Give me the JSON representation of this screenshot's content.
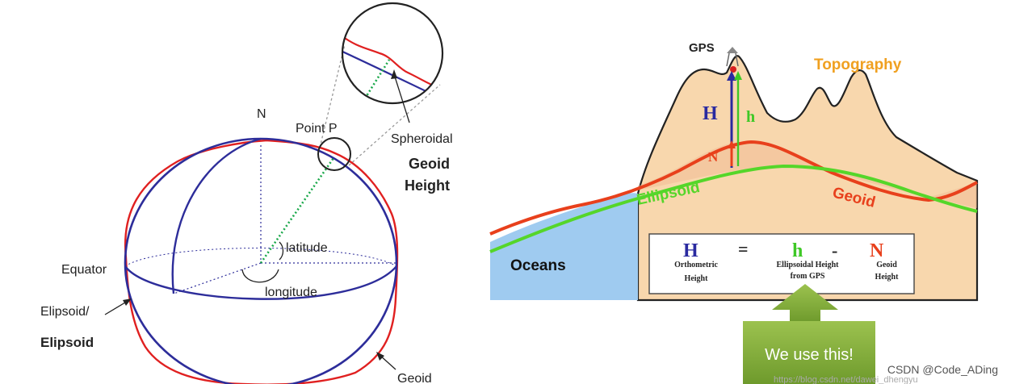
{
  "left": {
    "north_label": "N",
    "point_label": "Point P",
    "callout_label": "Spheroidal",
    "geoid_height_line1": "Geoid",
    "geoid_height_line2": "Height",
    "latitude_label": "latitude",
    "longitude_label": "longitude",
    "equator_label": "Equator",
    "ellipsoid_label_1": "Elipsoid/",
    "ellipsoid_label_2": "Elipsoid",
    "geoid_label": "Geoid",
    "colors": {
      "ellipsoid": "#2d2d9a",
      "geoid": "#e02020",
      "height_line": "#1aa84a"
    }
  },
  "right": {
    "gps_label": "GPS",
    "topography_label": "Topography",
    "H_label": "H",
    "h_label": "h",
    "N_label": "N",
    "ellipsoid_label": "Ellipsoid",
    "geoid_label": "Geoid",
    "oceans_label": "Oceans",
    "formula": {
      "H": "H",
      "equals": "=",
      "h": "h",
      "minus": "-",
      "N": "N",
      "H_desc_1": "Orthometric",
      "H_desc_2": "Height",
      "h_desc_1": "Ellipsoidal Height",
      "h_desc_2": "from GPS",
      "N_desc_1": "Geoid",
      "N_desc_2": "Height"
    },
    "callout": "We use this!",
    "colors": {
      "land": "#f8d7ad",
      "ocean": "#9fcbf0",
      "ellipsoid": "#55d62a",
      "geoid": "#e8401c",
      "topography_text": "#f0a020",
      "H": "#2a2aa0",
      "h": "#3ec826",
      "callout_bg": "#7aa83a"
    }
  },
  "watermark": {
    "credit": "CSDN @Code_ADing",
    "url": "https://blog.csdn.net/dawei_dhengyu"
  }
}
